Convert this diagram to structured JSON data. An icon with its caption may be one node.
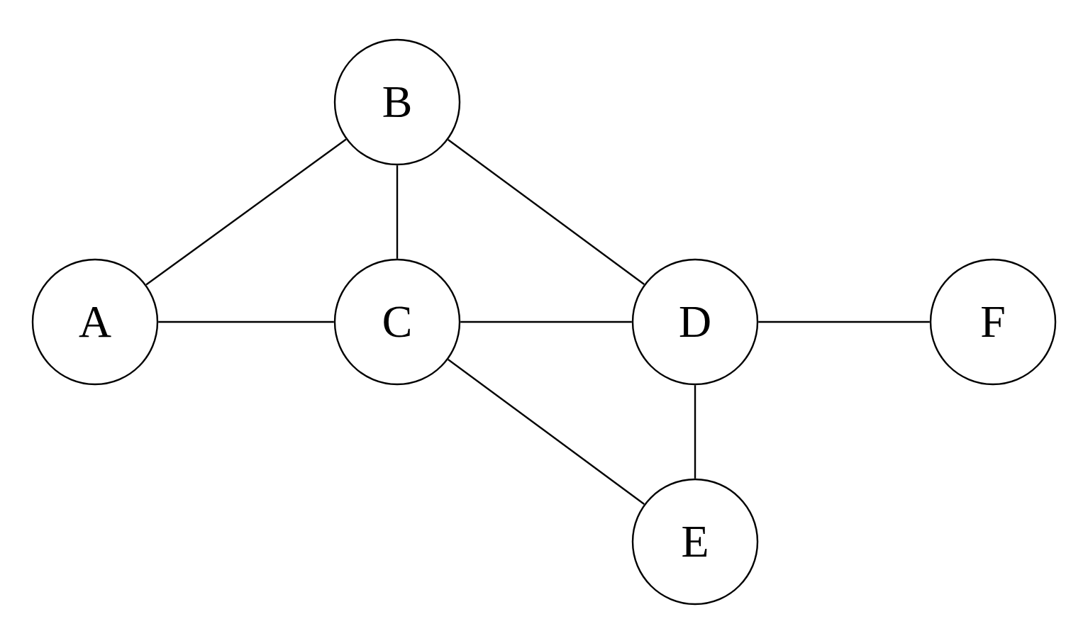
{
  "diagram": {
    "nodes": [
      {
        "text": [
          "A"
        ]
      },
      {
        "text": [
          "B"
        ]
      },
      {
        "text": [
          "C"
        ]
      },
      {
        "text": [
          "D"
        ]
      },
      {
        "text": [
          "E"
        ]
      },
      {
        "text": [
          "F"
        ]
      }
    ],
    "edges": [
      {
        "from": 0,
        "to": 1,
        "arrow": "none"
      },
      {
        "from": 0,
        "to": 2,
        "arrow": "none"
      },
      {
        "from": 1,
        "to": 2,
        "arrow": "none"
      },
      {
        "from": 1,
        "to": 3,
        "arrow": "none"
      },
      {
        "from": 2,
        "to": 3,
        "arrow": "none"
      },
      {
        "from": 2,
        "to": 4,
        "arrow": "none"
      },
      {
        "from": 3,
        "to": 4,
        "arrow": "none"
      },
      {
        "from": 3,
        "to": 5,
        "arrow": "none"
      }
    ]
  }
}
